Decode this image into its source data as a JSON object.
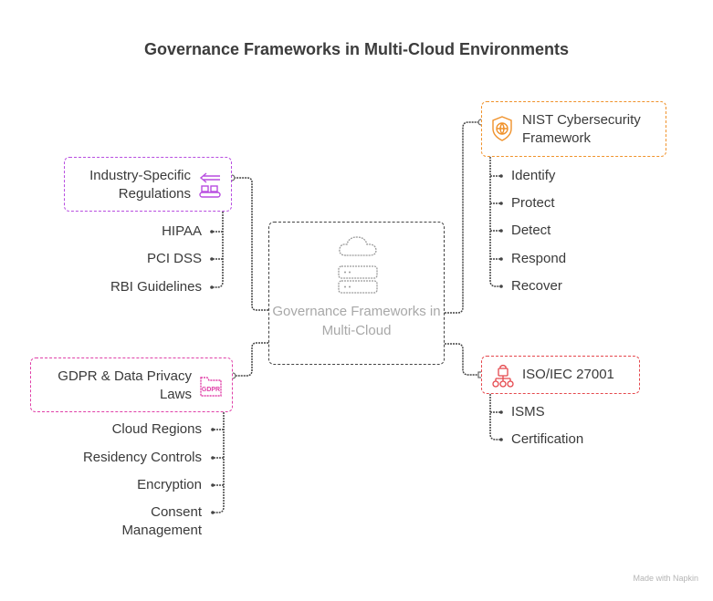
{
  "title": "Governance Frameworks in Multi-Cloud Environments",
  "colors": {
    "center": "#444444",
    "industry": "#b84de0",
    "gdpr": "#e040a8",
    "nist": "#f0922b",
    "iso": "#e5484d",
    "connector": "#444444"
  },
  "center": {
    "label": "Governance Frameworks in Multi-Cloud",
    "icon": "cloud-server-icon"
  },
  "branches": {
    "industry": {
      "label": "Industry-Specific Regulations",
      "icon": "compliance-conveyor-icon",
      "children": [
        "HIPAA",
        "PCI DSS",
        "RBI Guidelines"
      ]
    },
    "gdpr": {
      "label": "GDPR & Data Privacy Laws",
      "icon": "gdpr-folder-icon",
      "children": [
        "Cloud Regions",
        "Residency Controls",
        "Encryption",
        "Consent Management"
      ]
    },
    "nist": {
      "label": "NIST Cybersecurity Framework",
      "icon": "shield-globe-icon",
      "children": [
        "Identify",
        "Protect",
        "Detect",
        "Respond",
        "Recover"
      ]
    },
    "iso": {
      "label": "ISO/IEC 27001",
      "icon": "lock-hierarchy-icon",
      "children": [
        "ISMS",
        "Certification"
      ]
    }
  },
  "watermark": "Made with Napkin"
}
